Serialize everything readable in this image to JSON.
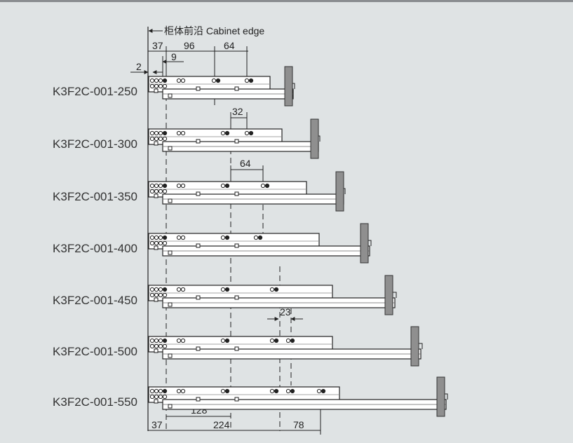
{
  "header": {
    "cabinet_edge": "柜体前沿 Cabinet edge"
  },
  "models": [
    {
      "code": "K3F2C-001-250"
    },
    {
      "code": "K3F2C-001-300"
    },
    {
      "code": "K3F2C-001-350"
    },
    {
      "code": "K3F2C-001-400"
    },
    {
      "code": "K3F2C-001-450"
    },
    {
      "code": "K3F2C-001-500"
    },
    {
      "code": "K3F2C-001-550"
    }
  ],
  "dimensions": {
    "top_37": "37",
    "top_96": "96",
    "top_64": "64",
    "top_9": "9",
    "top_2": "2",
    "d32": "32",
    "d64": "64",
    "d23": "23",
    "d128": "128",
    "bottom_37": "37",
    "bottom_224": "224",
    "bottom_78": "78"
  },
  "colors": {
    "background": "#dfe3e4",
    "line": "#222222",
    "rail_fill": "#ffffff",
    "post_fill": "#8f8f8f"
  }
}
